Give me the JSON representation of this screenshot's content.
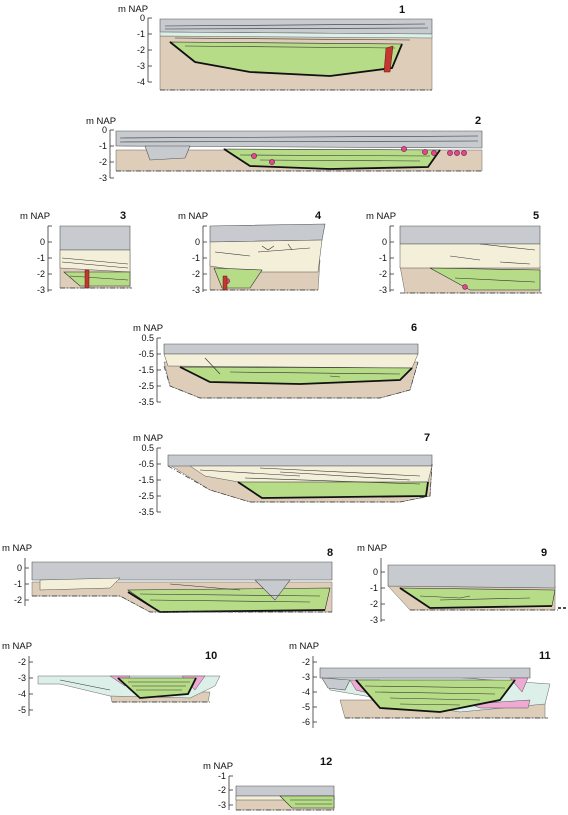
{
  "panels": [
    {
      "id": "p1",
      "number": "1",
      "unit": "m NAP",
      "ticks": [
        "0",
        "-1",
        "-2",
        "-3",
        "-4"
      ]
    },
    {
      "id": "p2",
      "number": "2",
      "unit": "m NAP",
      "ticks": [
        "0",
        "-1",
        "-2",
        "-3"
      ]
    },
    {
      "id": "p3",
      "number": "3",
      "unit": "m NAP",
      "ticks": [
        "0",
        "-1",
        "-2",
        "-3"
      ]
    },
    {
      "id": "p4",
      "number": "4",
      "unit": "m NAP",
      "ticks": [
        "0",
        "-1",
        "-2",
        "-3"
      ]
    },
    {
      "id": "p5",
      "number": "5",
      "unit": "m NAP",
      "ticks": [
        "0",
        "-1",
        "-2",
        "-3"
      ]
    },
    {
      "id": "p6",
      "number": "6",
      "unit": "m NAP",
      "ticks": [
        "0.5",
        "-0.5",
        "-1.5",
        "-2.5",
        "-3.5"
      ]
    },
    {
      "id": "p7",
      "number": "7",
      "unit": "m NAP",
      "ticks": [
        "0.5",
        "-0.5",
        "-1.5",
        "-2.5",
        "-3.5"
      ]
    },
    {
      "id": "p8",
      "number": "8",
      "unit": "m NAP",
      "ticks": [
        "0",
        "-1",
        "-2"
      ]
    },
    {
      "id": "p9",
      "number": "9",
      "unit": "m NAP",
      "ticks": [
        "0",
        "-1",
        "-2",
        "-3"
      ]
    },
    {
      "id": "p10",
      "number": "10",
      "unit": "m NAP",
      "ticks": [
        "-2",
        "-3",
        "-4",
        "-5"
      ]
    },
    {
      "id": "p11",
      "number": "11",
      "unit": "m NAP",
      "ticks": [
        "-2",
        "-3",
        "-4",
        "-5",
        "-6"
      ]
    },
    {
      "id": "p12",
      "number": "12",
      "unit": "m NAP",
      "ticks": [
        "-1",
        "-2",
        "-3"
      ]
    }
  ],
  "colors": {
    "top_layer": "#c7cbcf",
    "cream_layer": "#f4efd9",
    "subsoil": "#ddcdb9",
    "channel_fill": "#b7dc88",
    "pink_deposit": "#eeaad2",
    "pale_deposit": "#dcefe8",
    "sample_marker": "#e2478f"
  }
}
